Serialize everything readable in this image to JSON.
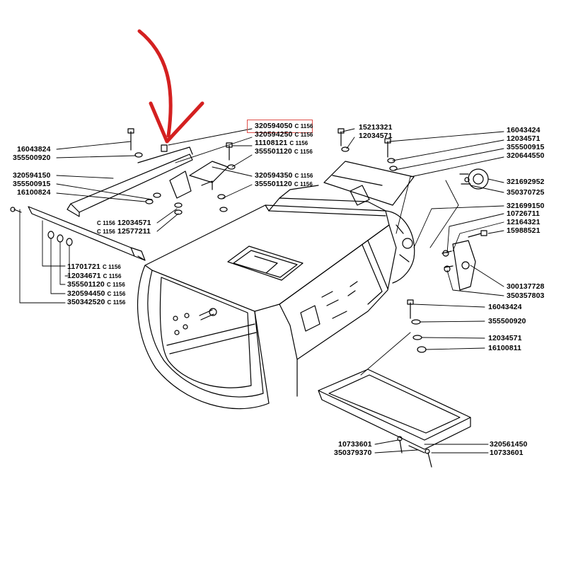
{
  "callouts": {
    "top": {
      "p320594050": "320594050",
      "p320594250": "320594250",
      "p11108121": "11108121",
      "p355501120": "355501120",
      "p320594350": "320594350",
      "p355501120b": "355501120",
      "p15213321": "15213321",
      "p12034571": "12034571"
    },
    "left": {
      "p16043824": "16043824",
      "p355500920": "355500920",
      "p320594150": "320594150",
      "p355500915": "355500915",
      "p16100824": "16100824",
      "p12034571": "12034571",
      "p12577211": "12577211",
      "p11701721": "11701721",
      "p12034671": "12034671",
      "p355501120": "355501120",
      "p320594450": "320594450",
      "p350342520": "350342520"
    },
    "right": {
      "p16043424": "16043424",
      "p12034571": "12034571",
      "p355500915": "355500915",
      "p320644550": "320644550",
      "p321692952": "321692952",
      "p350370725": "350370725",
      "p321699150": "321699150",
      "p10726711": "10726711",
      "p12164321": "12164321",
      "p15988521": "15988521",
      "p300137728": "300137728",
      "p350357803": "350357803",
      "p16043424b": "16043424",
      "p355500920": "355500920",
      "p12034571b": "12034571",
      "p16100811": "16100811"
    },
    "bottom": {
      "p10733601": "10733601",
      "p350379370": "350379370",
      "p320561450": "320561450",
      "p10733601b": "10733601"
    },
    "tag": "C 1156"
  },
  "colors": {
    "arrow": "#d42020",
    "highlight": "#e0504a",
    "line": "#000000"
  },
  "highlighted_part": "320594050"
}
